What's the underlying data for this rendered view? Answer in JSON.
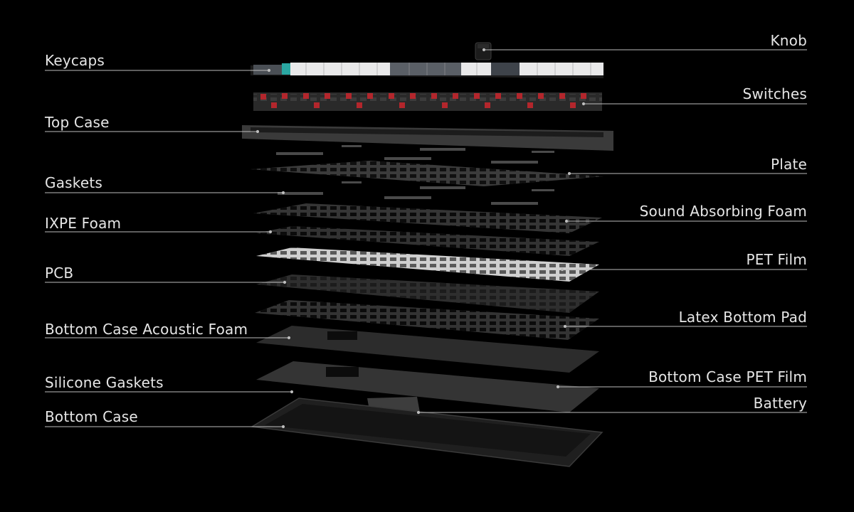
{
  "left_labels": [
    {
      "key": "keycaps",
      "text": "Keycaps"
    },
    {
      "key": "top-case",
      "text": "Top Case"
    },
    {
      "key": "gaskets",
      "text": "Gaskets"
    },
    {
      "key": "ixpe-foam",
      "text": "IXPE Foam"
    },
    {
      "key": "pcb",
      "text": "PCB"
    },
    {
      "key": "bottom-case-acoustic-foam",
      "text": "Bottom Case Acoustic Foam"
    },
    {
      "key": "silicone-gaskets",
      "text": "Silicone Gaskets"
    },
    {
      "key": "bottom-case",
      "text": "Bottom Case"
    }
  ],
  "right_labels": [
    {
      "key": "knob",
      "text": "Knob"
    },
    {
      "key": "switches",
      "text": "Switches"
    },
    {
      "key": "plate",
      "text": "Plate"
    },
    {
      "key": "sound-absorbing-foam",
      "text": "Sound Absorbing Foam"
    },
    {
      "key": "pet-film",
      "text": "PET Film"
    },
    {
      "key": "latex-bottom-pad",
      "text": "Latex Bottom Pad"
    },
    {
      "key": "bottom-case-pet-film",
      "text": "Bottom Case PET Film"
    },
    {
      "key": "battery",
      "text": "Battery"
    }
  ],
  "colors": {
    "background": "#000000",
    "leader_line": "#bdbdbd",
    "keycap_light": "#e9e9ea",
    "keycap_dark": "#4a4f55",
    "keycap_accent": "#2aa7a2",
    "switch_red": "#b3262c",
    "layer_dark": "#2e2e2e",
    "pet_film": "#cfcfcf"
  }
}
